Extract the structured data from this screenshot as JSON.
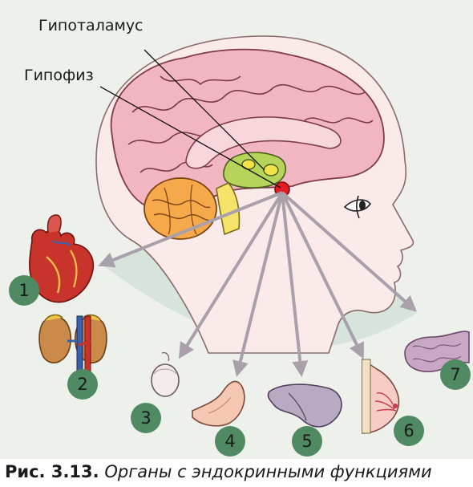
{
  "labels": {
    "hypothalamus": "Гипоталамус",
    "pituitary": "Гипофиз"
  },
  "organs": [
    {
      "num": "1",
      "icon": "heart-icon"
    },
    {
      "num": "2",
      "icon": "kidneys-adrenal-icon"
    },
    {
      "num": "3",
      "icon": "testis-icon"
    },
    {
      "num": "4",
      "icon": "ovary-icon"
    },
    {
      "num": "5",
      "icon": "liver-icon"
    },
    {
      "num": "6",
      "icon": "mammary-gland-icon"
    },
    {
      "num": "7",
      "icon": "pancreas-icon"
    }
  ],
  "caption": {
    "number": "Рис. 3.13.",
    "text": "Органы с эндокринными функциями"
  },
  "colors": {
    "background": "#eef0ec",
    "fan": "#d6e4dc",
    "arrow": "#a9a0ab",
    "badge": "#4f8a62",
    "brain": "#f2b6c2",
    "pituitary": "#e41b23",
    "hypothalamus": "#b7d45a"
  }
}
